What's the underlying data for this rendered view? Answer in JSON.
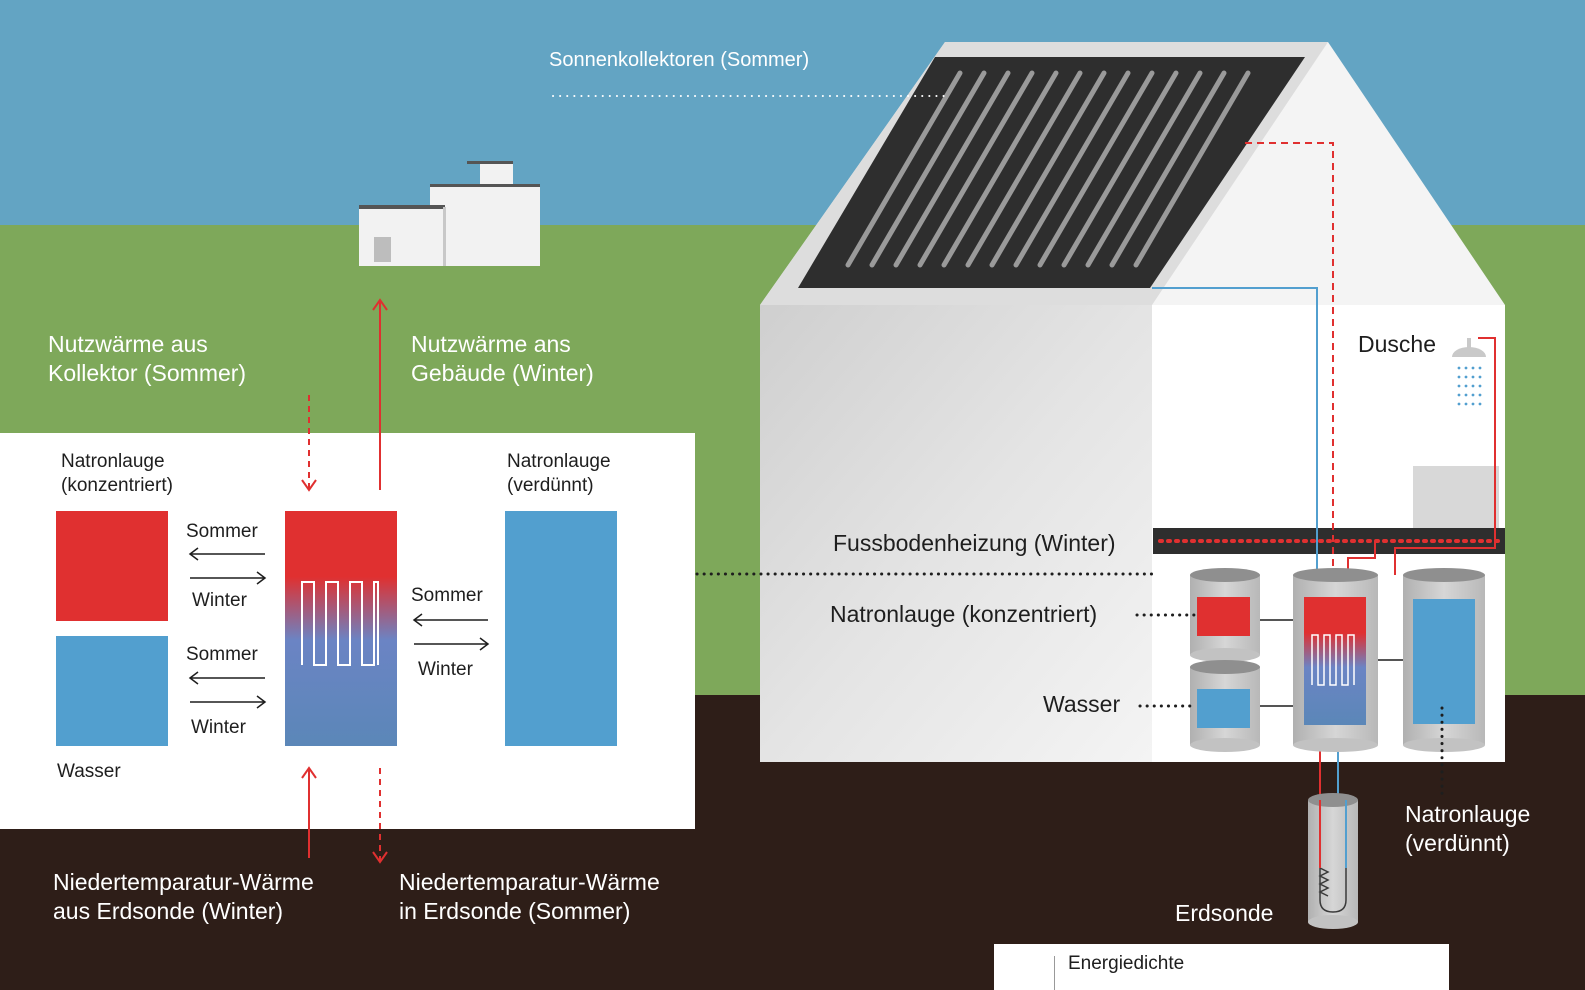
{
  "labels": {
    "sonnenkollektoren": "Sonnenkollektoren (Sommer)",
    "nutzwaerme_kollektor": "Nutzwärme aus\nKollektor (Sommer)",
    "nutzwaerme_gebaeude": "Nutzwärme ans\nGebäude (Winter)",
    "natronlauge_konz": "Natronlauge\n(konzentriert)",
    "natronlauge_verd": "Natronlauge\n(verdünnt)",
    "sommer": "Sommer",
    "winter": "Winter",
    "wasser": "Wasser",
    "niedertemp_aus": "Niedertemparatur-Wärme\naus Erdsonde (Winter)",
    "niedertemp_in": "Niedertemparatur-Wärme\nin Erdsonde (Sommer)",
    "dusche": "Dusche",
    "fussbodenheizung": "Fussbodenheizung (Winter)",
    "house_konz": "Natronlauge (konzentriert)",
    "house_wasser": "Wasser",
    "house_verd": "Natronlauge\n(verdünnt)",
    "erdsonde": "Erdsonde",
    "energiedichte": "Energiedichte"
  },
  "colors": {
    "sky": "#63a4c3",
    "grass": "#7ea85a",
    "soil": "#2e1e18",
    "hot": "#e03030",
    "cold": "#529fcf",
    "panel": "#2e2e2e"
  },
  "icons": [
    "shower-icon",
    "borehole-coil-icon",
    "heat-exchanger-coil-icon"
  ]
}
